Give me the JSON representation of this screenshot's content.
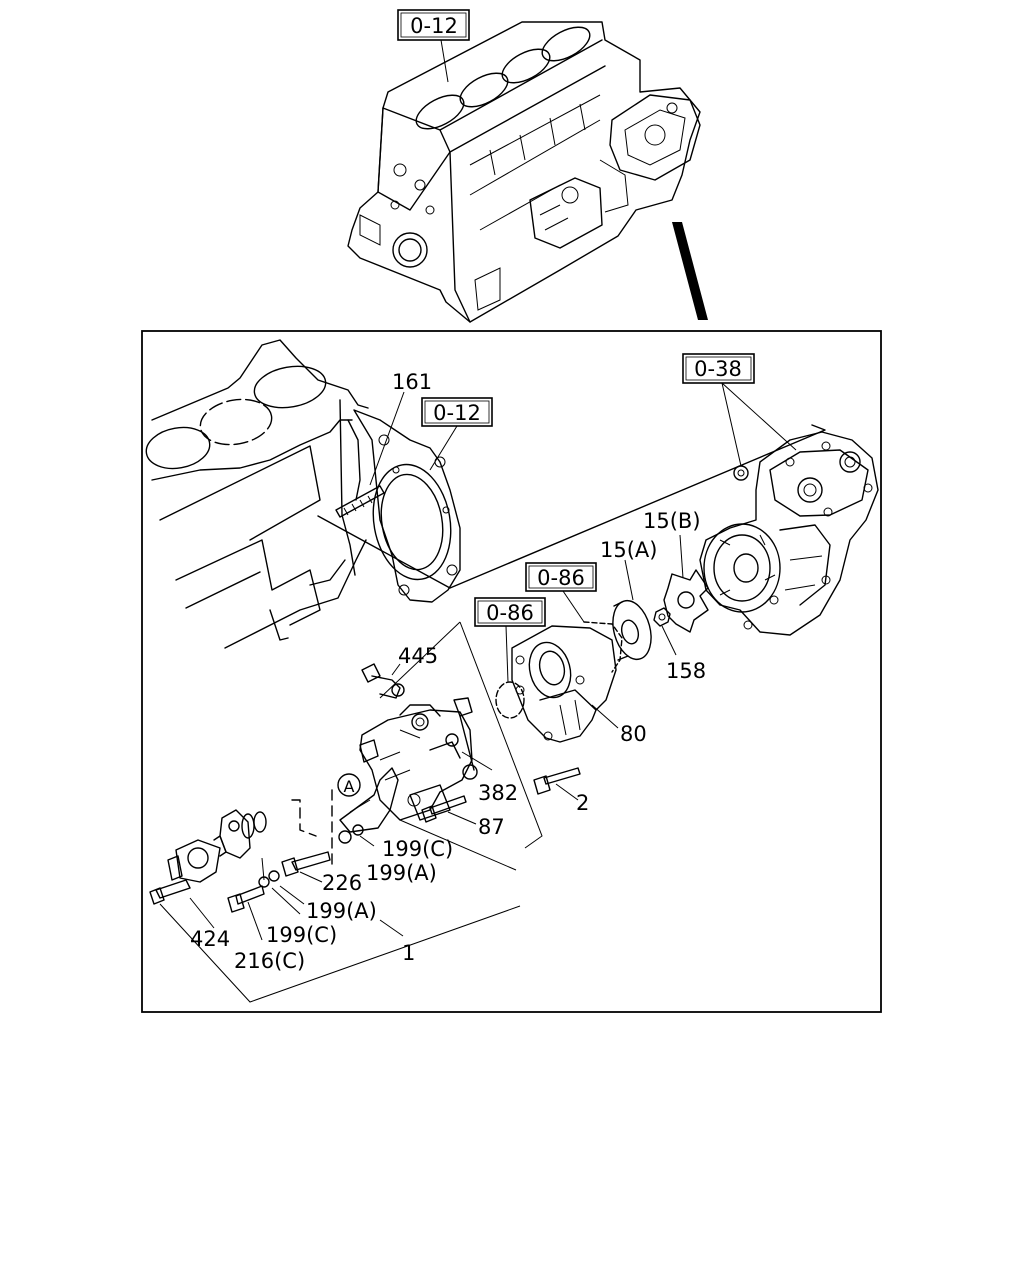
{
  "refs": {
    "top_block": "0-12",
    "block_detail": "0-12",
    "compressor": "0-38",
    "gasket_upper": "0-86",
    "gasket_lower": "0-86"
  },
  "marker": "A",
  "labels": {
    "p161": "161",
    "p445": "445",
    "p15b": "15(B)",
    "p15a": "15(A)",
    "p158": "158",
    "p80": "80",
    "p382": "382",
    "p87": "87",
    "p2": "2",
    "p199c_upper": "199(C)",
    "p199a_upper": "199(A)",
    "p226": "226",
    "p199a_lower": "199(A)",
    "p199c_lower": "199(C)",
    "p424": "424",
    "p216c": "216(C)",
    "p1": "1"
  }
}
